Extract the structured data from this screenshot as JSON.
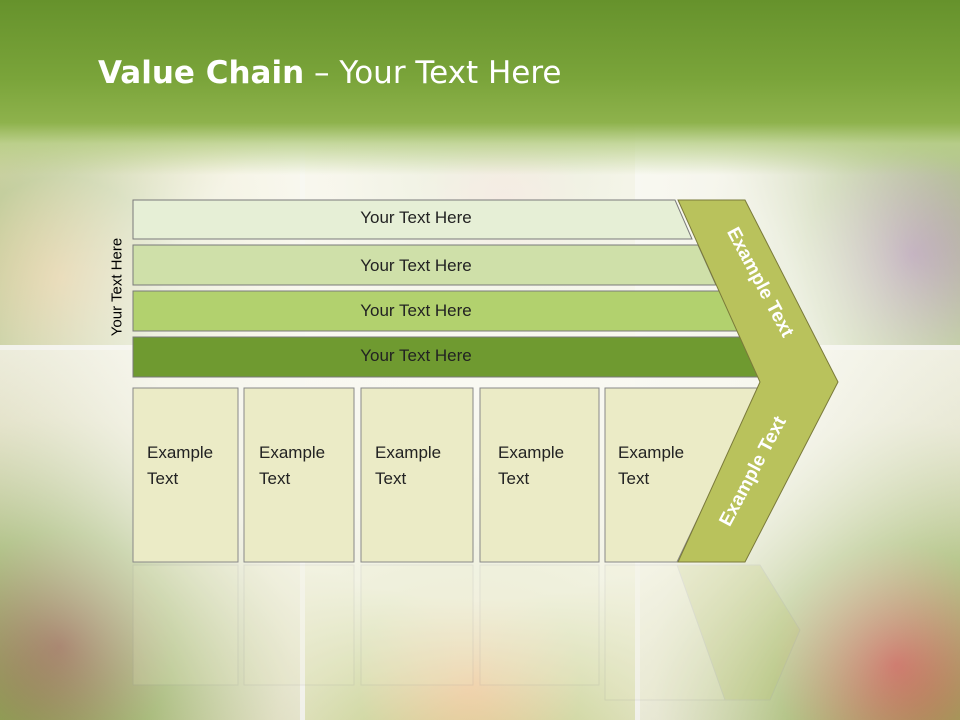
{
  "slide": {
    "title_bold": "Value Chain",
    "title_rest": " – Your Text Here",
    "side_label": "Your Text Here"
  },
  "rows": [
    {
      "label": "Your Text Here",
      "color": "#e6efd6"
    },
    {
      "label": "Your Text Here",
      "color": "#cfe0a9"
    },
    {
      "label": "Your Text Here",
      "color": "#b2d16e"
    },
    {
      "label": "Your Text Here",
      "color": "#6f9a30"
    }
  ],
  "columns": [
    {
      "line1": "Example",
      "line2": "Text"
    },
    {
      "line1": "Example",
      "line2": "Text"
    },
    {
      "line1": "Example",
      "line2": "Text"
    },
    {
      "line1": "Example",
      "line2": "Text"
    },
    {
      "line1": "Example",
      "line2": "Text"
    }
  ],
  "arrow": {
    "upper_text": "Example Text",
    "lower_text": "Example Text",
    "color": "#b9c25c"
  },
  "colors": {
    "header_green": "#6f9a32",
    "column_fill": "#ebebc6",
    "outline": "#777777"
  }
}
